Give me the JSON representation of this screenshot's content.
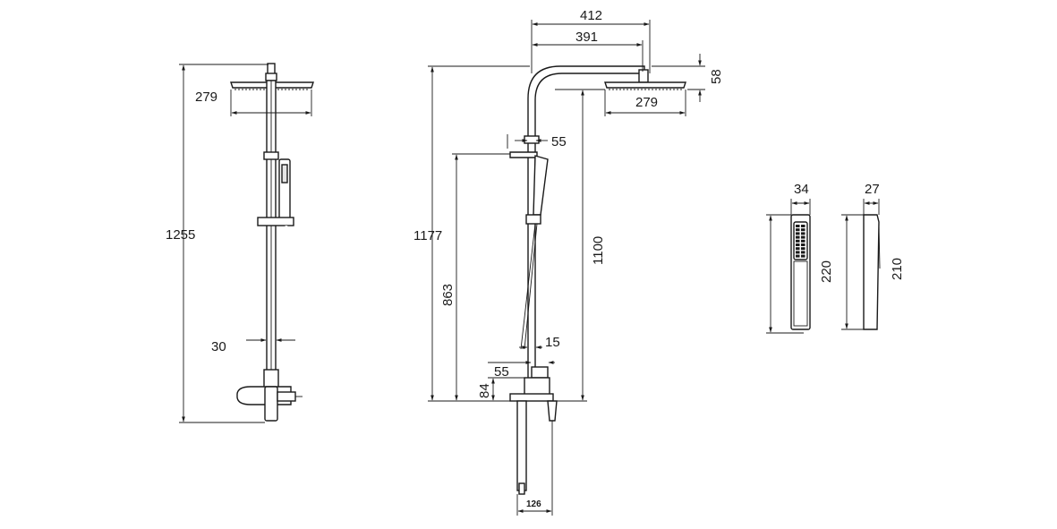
{
  "dimensions": {
    "front_head_width": "279",
    "front_total_height": "1255",
    "front_rail_diameter": "30",
    "side_arm_reach": "412",
    "side_arm_inner": "391",
    "side_head_thickness": "58",
    "side_head_width": "279",
    "side_holder_offset": "55",
    "side_total_height": "1177",
    "side_head_height": "1100",
    "side_holder_height": "863",
    "side_wall_gap": "15",
    "side_mixer_offset": "55",
    "side_mixer_height": "84",
    "side_mixer_depth": "126",
    "hand_front_width": "34",
    "hand_front_length": "220",
    "hand_side_width": "27",
    "hand_side_length": "210"
  }
}
